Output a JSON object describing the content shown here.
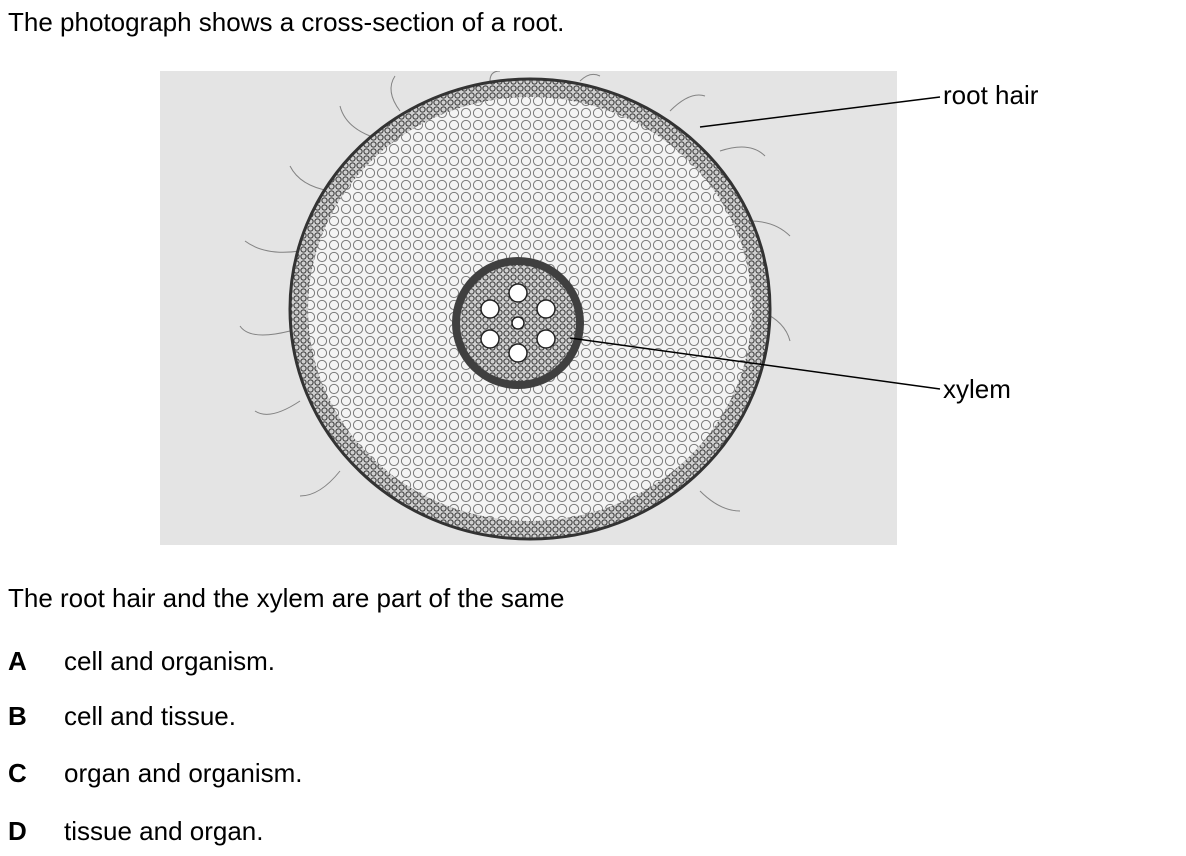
{
  "intro": "The photograph shows a cross-section of a root.",
  "figure": {
    "labels": {
      "root_hair": "root hair",
      "xylem": "xylem"
    },
    "colors": {
      "background": "#e4e4e4",
      "tissue_dark": "#3a3a3a",
      "cell_line": "#555555"
    }
  },
  "question": "The root hair and the xylem are part of the same",
  "options": [
    {
      "letter": "A",
      "text": "cell and organism."
    },
    {
      "letter": "B",
      "text": "cell and tissue."
    },
    {
      "letter": "C",
      "text": "organ and organism."
    },
    {
      "letter": "D",
      "text": "tissue and organ."
    }
  ]
}
